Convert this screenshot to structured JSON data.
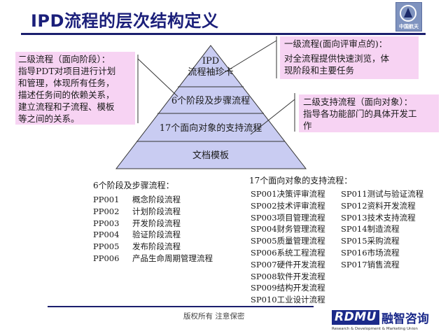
{
  "header": {
    "title": "IPD流程的层次结构定义",
    "logo_label": "中国航天",
    "logo_icon": "aerospace-emblem-icon"
  },
  "pyramid": {
    "layers": [
      {
        "line1": "IPD",
        "line2": "流程袖珍卡"
      },
      {
        "label": "6个阶段及步骤流程"
      },
      {
        "label": "17个面向对象的支持流程"
      },
      {
        "label": "文档模板"
      }
    ],
    "fill_color": "#c9ccf2",
    "stroke_color": "#333333"
  },
  "callouts": {
    "left": {
      "lines": [
        "二级流程（面向阶段）：",
        "指导PDT对项目进行计划",
        "和管理，体现所有任务，",
        "描述任务间的依赖关系，",
        "建立流程和子流程、模板",
        "等之间的关系。"
      ]
    },
    "right_top": {
      "heading": "一级流程(面向评审点的)：",
      "lines": [
        "对全流程提供快速浏览，体",
        "现阶段和主要任务"
      ]
    },
    "right_bottom": {
      "lines": [
        "二级支持流程（面向对象）：",
        "指导各功能部门的具体开发工",
        "作"
      ]
    },
    "color": "#f7d3f3"
  },
  "phase_processes": {
    "heading": "6个阶段及步骤流程：",
    "items": [
      {
        "code": "PP001",
        "name": "概念阶段流程"
      },
      {
        "code": "PP002",
        "name": "计划阶段流程"
      },
      {
        "code": "PP003",
        "name": "开发阶段流程"
      },
      {
        "code": "PP004",
        "name": "验证阶段流程"
      },
      {
        "code": "PP005",
        "name": "发布阶段流程"
      },
      {
        "code": "PP006",
        "name": "产品生命周期管理流程"
      }
    ]
  },
  "support_processes": {
    "heading": "17个面向对象的支持流程：",
    "col1": [
      {
        "code": "SP001",
        "name": "决策评审流程"
      },
      {
        "code": "SP002",
        "name": "技术评审流程"
      },
      {
        "code": "SP003",
        "name": "项目管理流程"
      },
      {
        "code": "SP004",
        "name": "财务管理流程"
      },
      {
        "code": "SP005",
        "name": "质量管理流程"
      },
      {
        "code": "SP006",
        "name": "系统工程流程"
      },
      {
        "code": "SP007",
        "name": "硬件开发流程"
      },
      {
        "code": "SP008",
        "name": "软件开发流程"
      },
      {
        "code": "SP009",
        "name": "结构开发流程"
      },
      {
        "code": "SP010",
        "name": "工业设计流程"
      }
    ],
    "col2": [
      {
        "code": "SP011",
        "name": "测试与验证流程"
      },
      {
        "code": "SP012",
        "name": "资料开发流程"
      },
      {
        "code": "SP013",
        "name": "技术支持流程"
      },
      {
        "code": "SP014",
        "name": "制造流程"
      },
      {
        "code": "SP015",
        "name": "采购流程"
      },
      {
        "code": "SP016",
        "name": "市场流程"
      },
      {
        "code": "SP017",
        "name": "销售流程"
      }
    ]
  },
  "footer": {
    "copyright": "版权所有  注意保密",
    "brand": "RDMU",
    "brand_cn": "融智咨询",
    "brand_sub": "Research & Development & Marketing Union",
    "brand_color": "#1b2a8a"
  }
}
